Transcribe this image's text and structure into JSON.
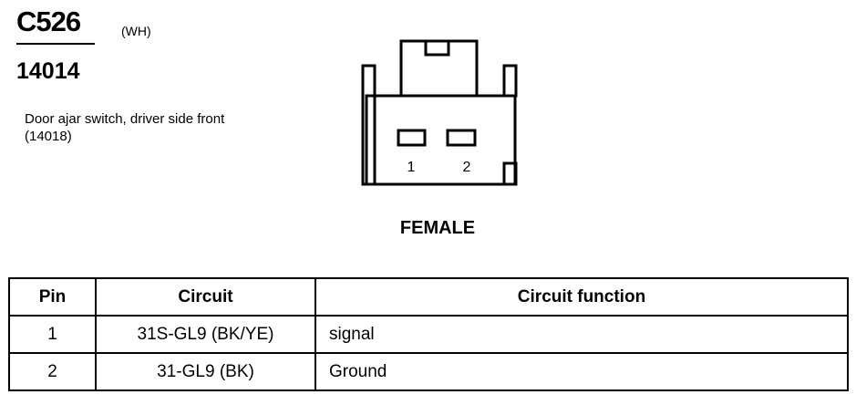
{
  "connector": {
    "id": "C526",
    "color": "(WH)",
    "part_number": "14014",
    "description": "Door ajar switch, driver side front (14018)",
    "gender": "FEMALE",
    "pin_labels": [
      "1",
      "2"
    ]
  },
  "table": {
    "headers": [
      "Pin",
      "Circuit",
      "Circuit function"
    ],
    "rows": [
      {
        "pin": "1",
        "circuit": "31S-GL9 (BK/YE)",
        "function": "signal"
      },
      {
        "pin": "2",
        "circuit": "31-GL9 (BK)",
        "function": "Ground"
      }
    ]
  }
}
